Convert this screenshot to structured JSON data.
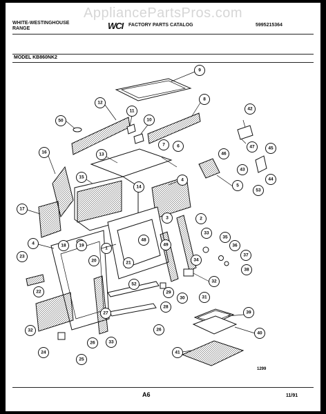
{
  "watermark": "AppliancePartsPros.com",
  "header": {
    "brand_line1": "WHITE-WESTINGHOUSE",
    "brand_line2": "RANGE",
    "logo_mark": "WCI",
    "catalog_title": "FACTORY PARTS CATALOG",
    "catalog_number": "5995215364"
  },
  "model_label": "MODEL KB860NK2",
  "callouts": [
    "9",
    "12",
    "11",
    "10",
    "8",
    "42",
    "50",
    "7",
    "6",
    "46",
    "47",
    "45",
    "16",
    "13",
    "43",
    "15",
    "4",
    "5",
    "44",
    "53",
    "14",
    "17",
    "3",
    "2",
    "33",
    "4",
    "18",
    "1",
    "48",
    "49",
    "35",
    "36",
    "23",
    "19",
    "20",
    "21",
    "34",
    "37",
    "38",
    "22",
    "32",
    "31",
    "52",
    "30",
    "29",
    "28",
    "27",
    "26",
    "39",
    "32",
    "40",
    "24",
    "26",
    "33",
    "41",
    "25"
  ],
  "footer": {
    "code": "1299",
    "page": "A6",
    "date": "11/91"
  }
}
